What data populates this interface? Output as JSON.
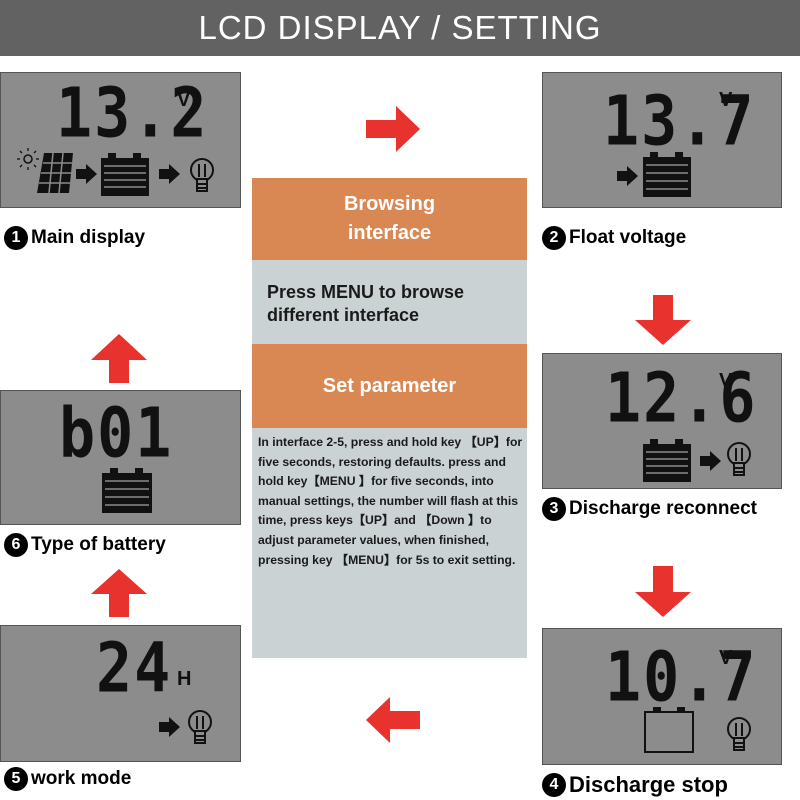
{
  "header": {
    "title": "LCD DISPLAY / SETTING"
  },
  "screens": [
    {
      "id": "main",
      "value": "13.2",
      "unit": "V",
      "number": "1",
      "caption": "Main display"
    },
    {
      "id": "float",
      "value": "13.7",
      "unit": "V",
      "number": "2",
      "caption": "Float voltage"
    },
    {
      "id": "reconnect",
      "value": "12.6",
      "unit": "V",
      "number": "3",
      "caption": "Discharge reconnect"
    },
    {
      "id": "stop",
      "value": "10.7",
      "unit": "V",
      "number": "4",
      "caption": "Discharge stop"
    },
    {
      "id": "work",
      "value": "24",
      "unit": "H",
      "number": "5",
      "caption": "work mode"
    },
    {
      "id": "battery",
      "value": "b01",
      "unit": "",
      "number": "6",
      "caption": "Type of battery"
    }
  ],
  "panel": {
    "browsing_title": "Browsing\ninterface",
    "browsing_text": "Press MENU to browse different interface",
    "set_title": "Set parameter",
    "set_text": "In interface 2-5, press and hold key 【UP】for five seconds, restoring defaults. press and hold  key【MENU 】for five seconds, into manual settings, the number will flash at this time, press keys【UP】and 【Down 】to adjust  parameter values, when finished, pressing  key 【MENU】for 5s to exit  setting."
  },
  "colors": {
    "header_bg": "#626262",
    "lcd_bg": "#8c8c8c",
    "panel_bg": "#cbd2d4",
    "panel_accent": "#d98753",
    "arrow": "#e8322e"
  },
  "icons": [
    "sun-icon",
    "solar-panel-icon",
    "battery-icon",
    "bulb-icon",
    "arrow-right-icon"
  ]
}
